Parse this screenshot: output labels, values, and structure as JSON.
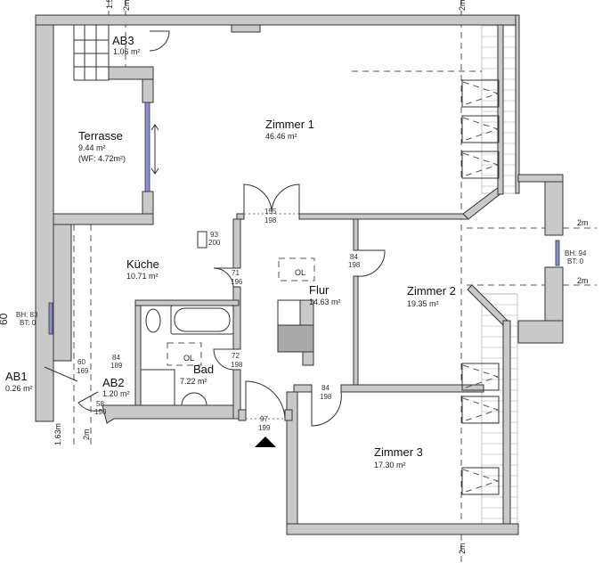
{
  "rooms": {
    "ab3": {
      "name": "AB3",
      "area": "1.06 m²"
    },
    "terrasse": {
      "name": "Terrasse",
      "area": "9.44 m²",
      "note": "(WF: 4.72m²)"
    },
    "zimmer1": {
      "name": "Zimmer 1",
      "area": "46.46 m²"
    },
    "kueche": {
      "name": "Küche",
      "area": "10.71 m²"
    },
    "flur": {
      "name": "Flur",
      "area": "14.63 m²"
    },
    "zimmer2": {
      "name": "Zimmer 2",
      "area": "19.35 m²"
    },
    "bad": {
      "name": "Bad",
      "area": "7.22 m²"
    },
    "ab1": {
      "name": "AB1",
      "area": "0.26 m²"
    },
    "ab2": {
      "name": "AB2",
      "area": "1.20 m²"
    },
    "zimmer3": {
      "name": "Zimmer 3",
      "area": "17.30 m²"
    }
  },
  "doors": [
    {
      "w": "155",
      "h": "198"
    },
    {
      "w": "93",
      "h": "200"
    },
    {
      "w": "71",
      "h": "196"
    },
    {
      "w": "84",
      "h": "198"
    },
    {
      "w": "72",
      "h": "198"
    },
    {
      "w": "97",
      "h": "199"
    },
    {
      "w": "84",
      "h": "198"
    },
    {
      "w": "60",
      "h": "169"
    },
    {
      "w": "84",
      "h": "189"
    },
    {
      "w": "58",
      "h": "190"
    }
  ],
  "windows": {
    "left": {
      "bh": "BH: 83",
      "bt": "BT: 0"
    },
    "right": {
      "bh": "BH: 94",
      "bt": "BT: 0"
    }
  },
  "fixtures": {
    "ol1": "OL",
    "ol2": "OL"
  },
  "height_lines": {
    "top_a": "1.5",
    "top_b": "2m",
    "top_c": "2m",
    "right_a": "2m",
    "right_b": "2m",
    "left_a": "1.63m",
    "left_b": "2m",
    "bottom": "2m",
    "side_dim": "60"
  }
}
